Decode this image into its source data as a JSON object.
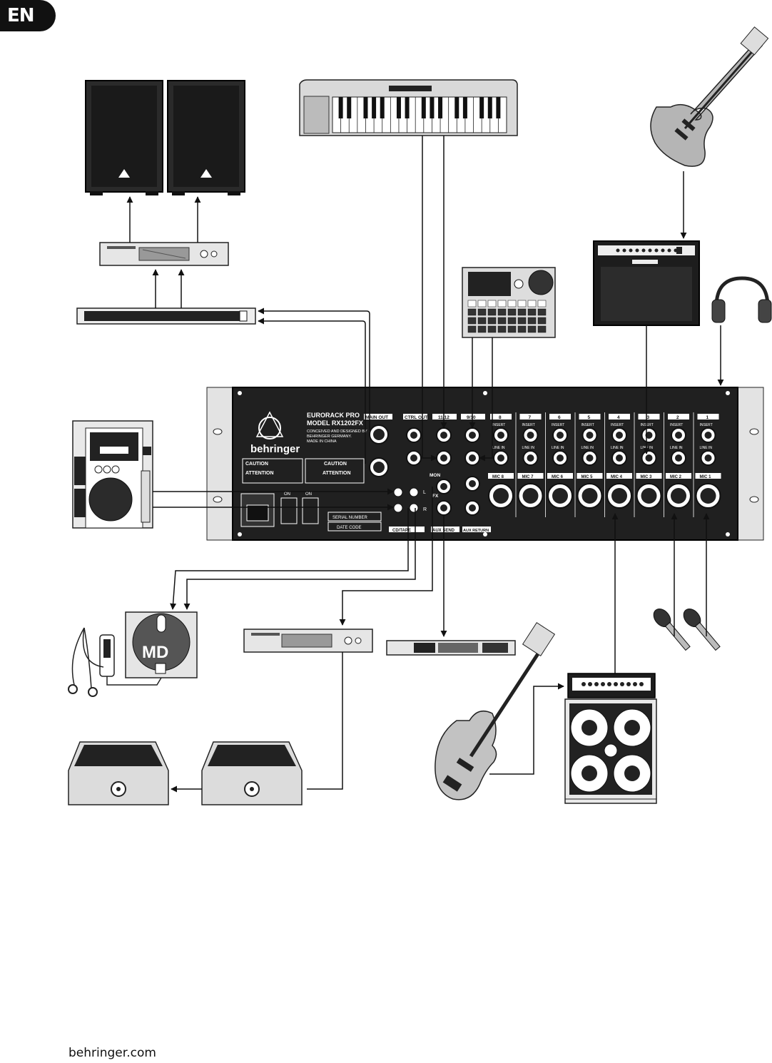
{
  "page": {
    "language_badge": "EN",
    "footer_url": "behringer.com"
  },
  "mixer": {
    "title_line1": "EURORACK PRO",
    "title_line2": "MODEL RX1202FX",
    "note_line1": "CONCEIVED AND DESIGNED BY",
    "note_line2": "BEHRINGER GERMANY.",
    "note_line3": "MADE IN CHINA",
    "brand": "behringer",
    "caution_title": "CAUTION",
    "attention_title": "ATTENTION",
    "serial_label": "SERIAL NUMBER",
    "date_label": "DATE CODE",
    "section_labels": {
      "main_out": "MAIN OUT",
      "ctrl_out": "CTRL OUT",
      "ch_11_12": "11/12",
      "ch_9_10": "9/10",
      "ch8": "8",
      "ch7": "7",
      "ch6": "6",
      "ch5": "5",
      "ch4": "4",
      "ch3": "3",
      "ch2": "2",
      "ch1": "1",
      "mon": "MON",
      "fx": "FX",
      "cd_tape": "CD/TAPE",
      "aux_send": "AUX SEND",
      "aux_return": "AUX RETURN",
      "insert": "INSERT",
      "line_in": "LINE IN",
      "on": "ON",
      "l": "L",
      "r": "R"
    },
    "mic_labels": [
      "MIC 8",
      "MIC 7",
      "MIC 6",
      "MIC 5",
      "MIC 4",
      "MIC 3",
      "MIC 2",
      "MIC 1"
    ]
  },
  "devices": {
    "minidisc_label": "MD"
  }
}
